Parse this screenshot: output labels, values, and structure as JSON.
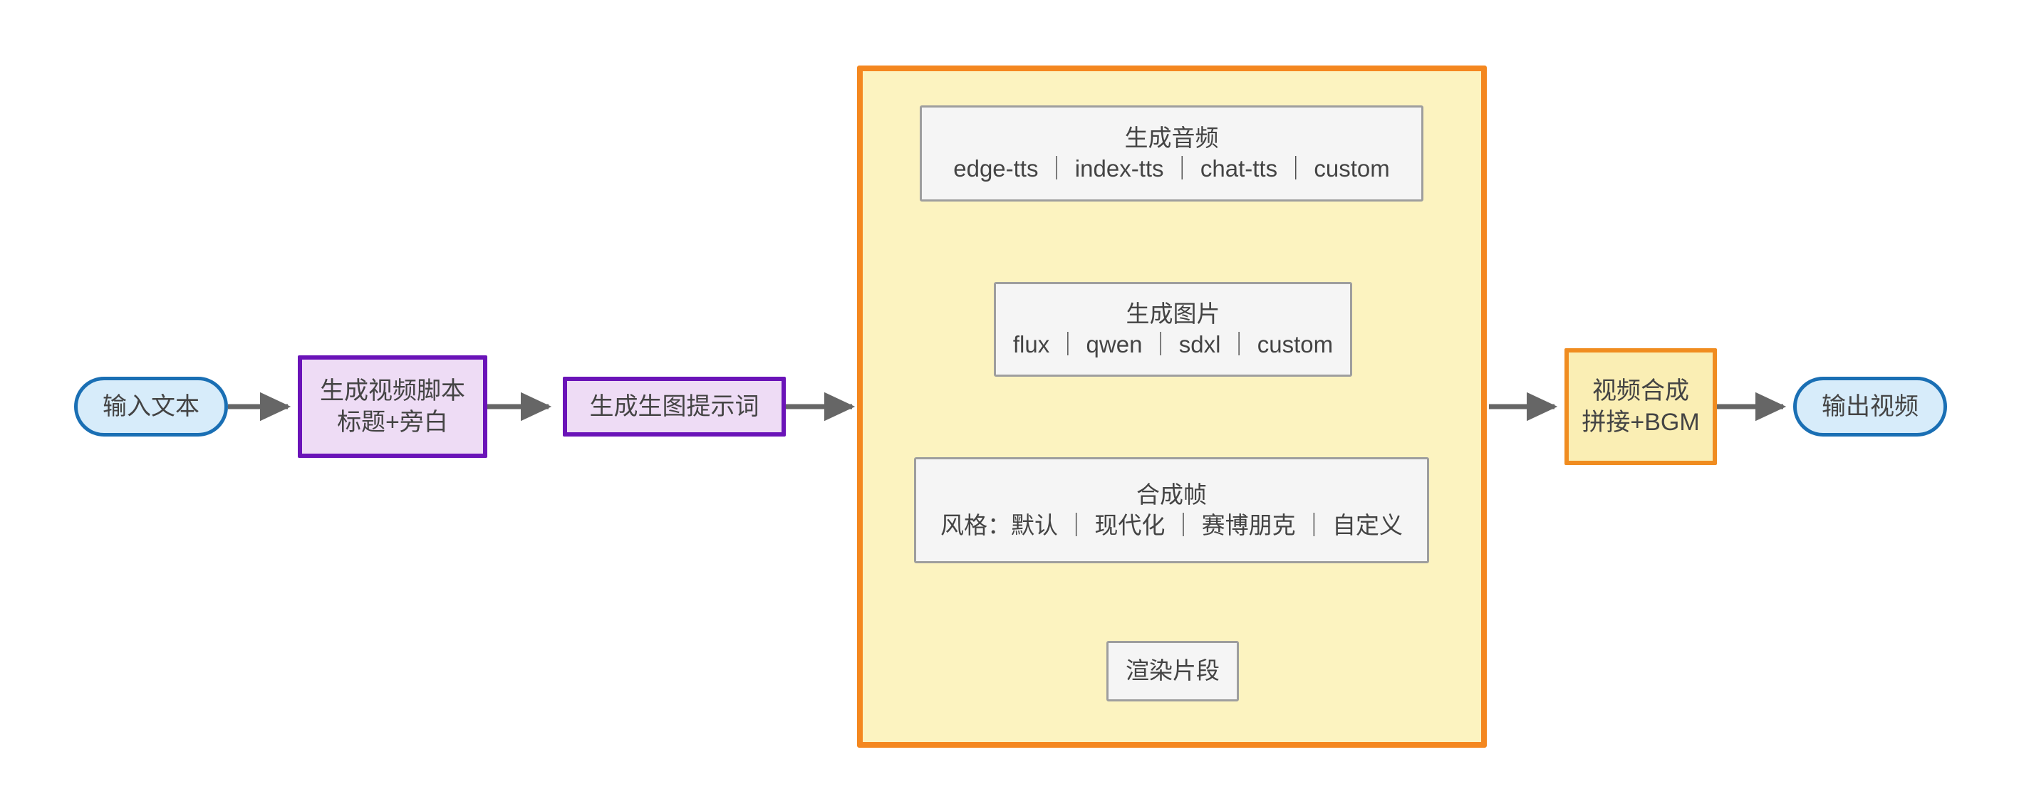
{
  "diagram": {
    "title": "video generation pipeline flowchart",
    "background": "#ffffff",
    "colors": {
      "terminal_fill": "#d7ecfa",
      "terminal_stroke": "#1a6fb4",
      "purple_fill": "#eedcf5",
      "purple_stroke": "#6a13b8",
      "orange_fill": "#faeeb4",
      "orange_stroke": "#f08c20",
      "plain_fill": "#f5f5f5",
      "plain_stroke": "#9e9e9e",
      "subgraph_fill": "#fcf3c0",
      "subgraph_stroke": "#f4871f",
      "edge_stroke": "#666666",
      "text": "#444444"
    }
  },
  "nodes": {
    "input_text": {
      "label": "输入文本",
      "shape": "stadium",
      "style": "terminal"
    },
    "script": {
      "line1": "生成视频脚本",
      "line2": "标题+旁白",
      "shape": "rect",
      "style": "purple"
    },
    "prompt": {
      "label": "生成生图提示词",
      "shape": "rect",
      "style": "purple"
    },
    "audio": {
      "line1": "生成音频",
      "line2": "edge-tts ｜ index-tts ｜ chat-tts ｜ custom",
      "shape": "rect",
      "style": "plain"
    },
    "image": {
      "line1": "生成图片",
      "line2": "flux ｜ qwen ｜ sdxl ｜ custom",
      "shape": "rect",
      "style": "plain"
    },
    "frame": {
      "line1": "合成帧",
      "line2": "风格：默认 ｜ 现代化 ｜ 赛博朋克 ｜ 自定义",
      "shape": "rect",
      "style": "plain"
    },
    "render": {
      "label": "渲染片段",
      "shape": "rect",
      "style": "plain"
    },
    "merge": {
      "line1": "视频合成",
      "line2": "拼接+BGM",
      "shape": "rect",
      "style": "orange"
    },
    "output_video": {
      "label": "输出视频",
      "shape": "stadium",
      "style": "terminal"
    }
  },
  "subgraph": {
    "label": "",
    "contains": [
      "audio",
      "image",
      "frame",
      "render"
    ]
  },
  "edges": [
    {
      "from": "input_text",
      "to": "script",
      "direction": "right"
    },
    {
      "from": "script",
      "to": "prompt",
      "direction": "right"
    },
    {
      "from": "prompt",
      "to": "subgraph",
      "direction": "right"
    },
    {
      "from": "audio",
      "to": "image",
      "direction": "down"
    },
    {
      "from": "image",
      "to": "frame",
      "direction": "down"
    },
    {
      "from": "frame",
      "to": "render",
      "direction": "down"
    },
    {
      "from": "subgraph",
      "to": "merge",
      "direction": "right"
    },
    {
      "from": "merge",
      "to": "output_video",
      "direction": "right"
    }
  ]
}
